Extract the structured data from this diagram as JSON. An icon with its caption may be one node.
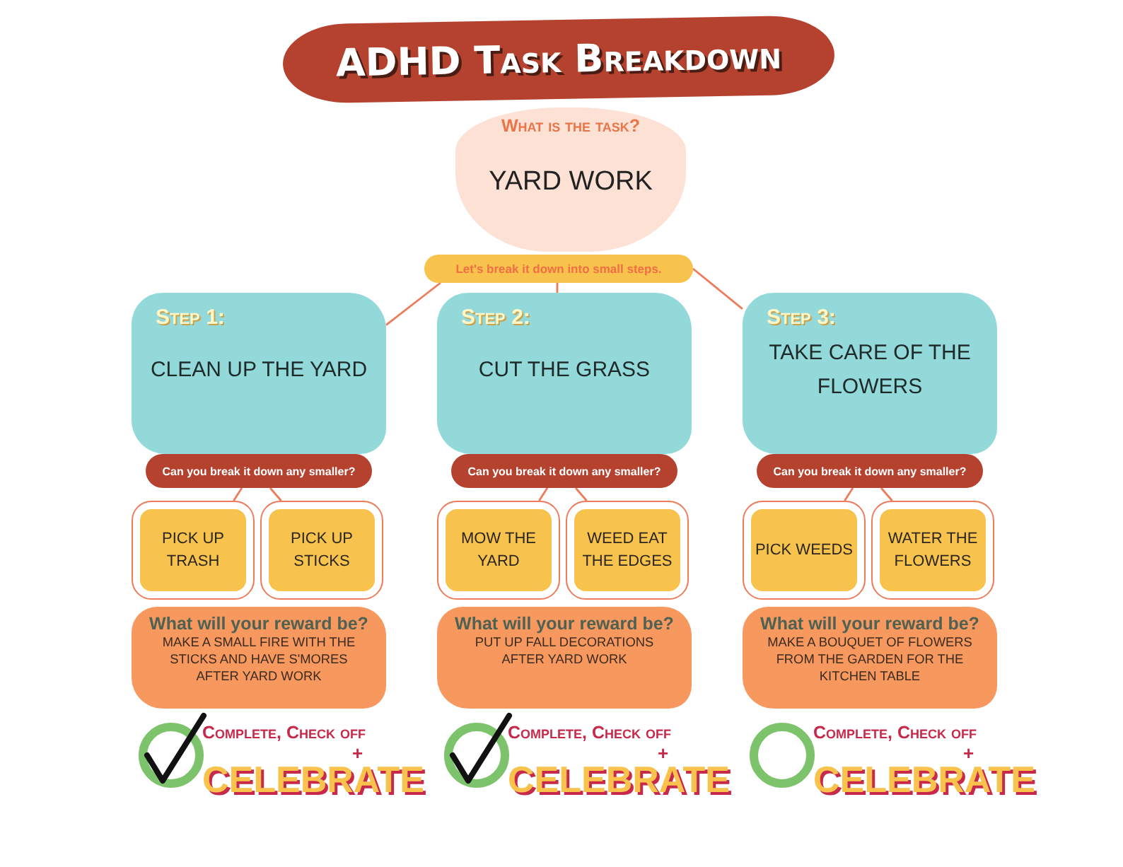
{
  "diagram": {
    "title": "ADHD Task Breakdown",
    "nodes": [
      {
        "text": [
          "What is the task?",
          "YARD WORK"
        ]
      },
      {
        "text": [
          "Let's break it down into small steps."
        ]
      },
      {
        "text": [
          "Step 1:",
          "CLEAN UP THE YARD"
        ]
      },
      {
        "text": [
          "Step 2:",
          "CUT THE GRASS"
        ]
      },
      {
        "text": [
          "Step 3:",
          "TAKE CARE OF THE FLOWERS"
        ]
      },
      {
        "text": [
          "Can you break it down any smaller?"
        ]
      },
      {
        "text": [
          "Can you break it down any smaller?"
        ]
      },
      {
        "text": [
          "Can you break it down any smaller?"
        ]
      },
      {
        "text": [
          "PICK UP TRASH"
        ]
      },
      {
        "text": [
          "PICK UP STICKS"
        ]
      },
      {
        "text": [
          "MOW THE YARD"
        ]
      },
      {
        "text": [
          "WEED EAT THE EDGES"
        ]
      },
      {
        "text": [
          "PICK WEEDS"
        ]
      },
      {
        "text": [
          "WATER THE FLOWERS"
        ]
      },
      {
        "text": [
          "What will your reward be?",
          "MAKE A SMALL FIRE WITH THE STICKS AND HAVE S'MORES AFTER YARD WORK"
        ]
      },
      {
        "text": [
          "What will your reward be?",
          "PUT UP FALL DECORATIONS AFTER YARD WORK"
        ]
      },
      {
        "text": [
          "What will your reward be?",
          "MAKE A BOUQUET OF FLOWERS FROM THE GARDEN FOR THE KITCHEN TABLE"
        ]
      }
    ],
    "edges": [
      {
        "from": 1,
        "to": 2,
        "arrow": "none"
      },
      {
        "from": 1,
        "to": 3,
        "arrow": "none"
      },
      {
        "from": 1,
        "to": 4,
        "arrow": "none"
      },
      {
        "from": 5,
        "to": 8,
        "arrow": "none"
      },
      {
        "from": 5,
        "to": 9,
        "arrow": "none"
      },
      {
        "from": 6,
        "to": 10,
        "arrow": "none"
      },
      {
        "from": 6,
        "to": 11,
        "arrow": "none"
      },
      {
        "from": 7,
        "to": 12,
        "arrow": "none"
      },
      {
        "from": 7,
        "to": 13,
        "arrow": "none"
      }
    ],
    "labels": [
      "Complete, Check off",
      "+",
      "CELEBRATE",
      "Complete, Check off",
      "+",
      "CELEBRATE",
      "Complete, Check off",
      "+",
      "CELEBRATE"
    ]
  }
}
